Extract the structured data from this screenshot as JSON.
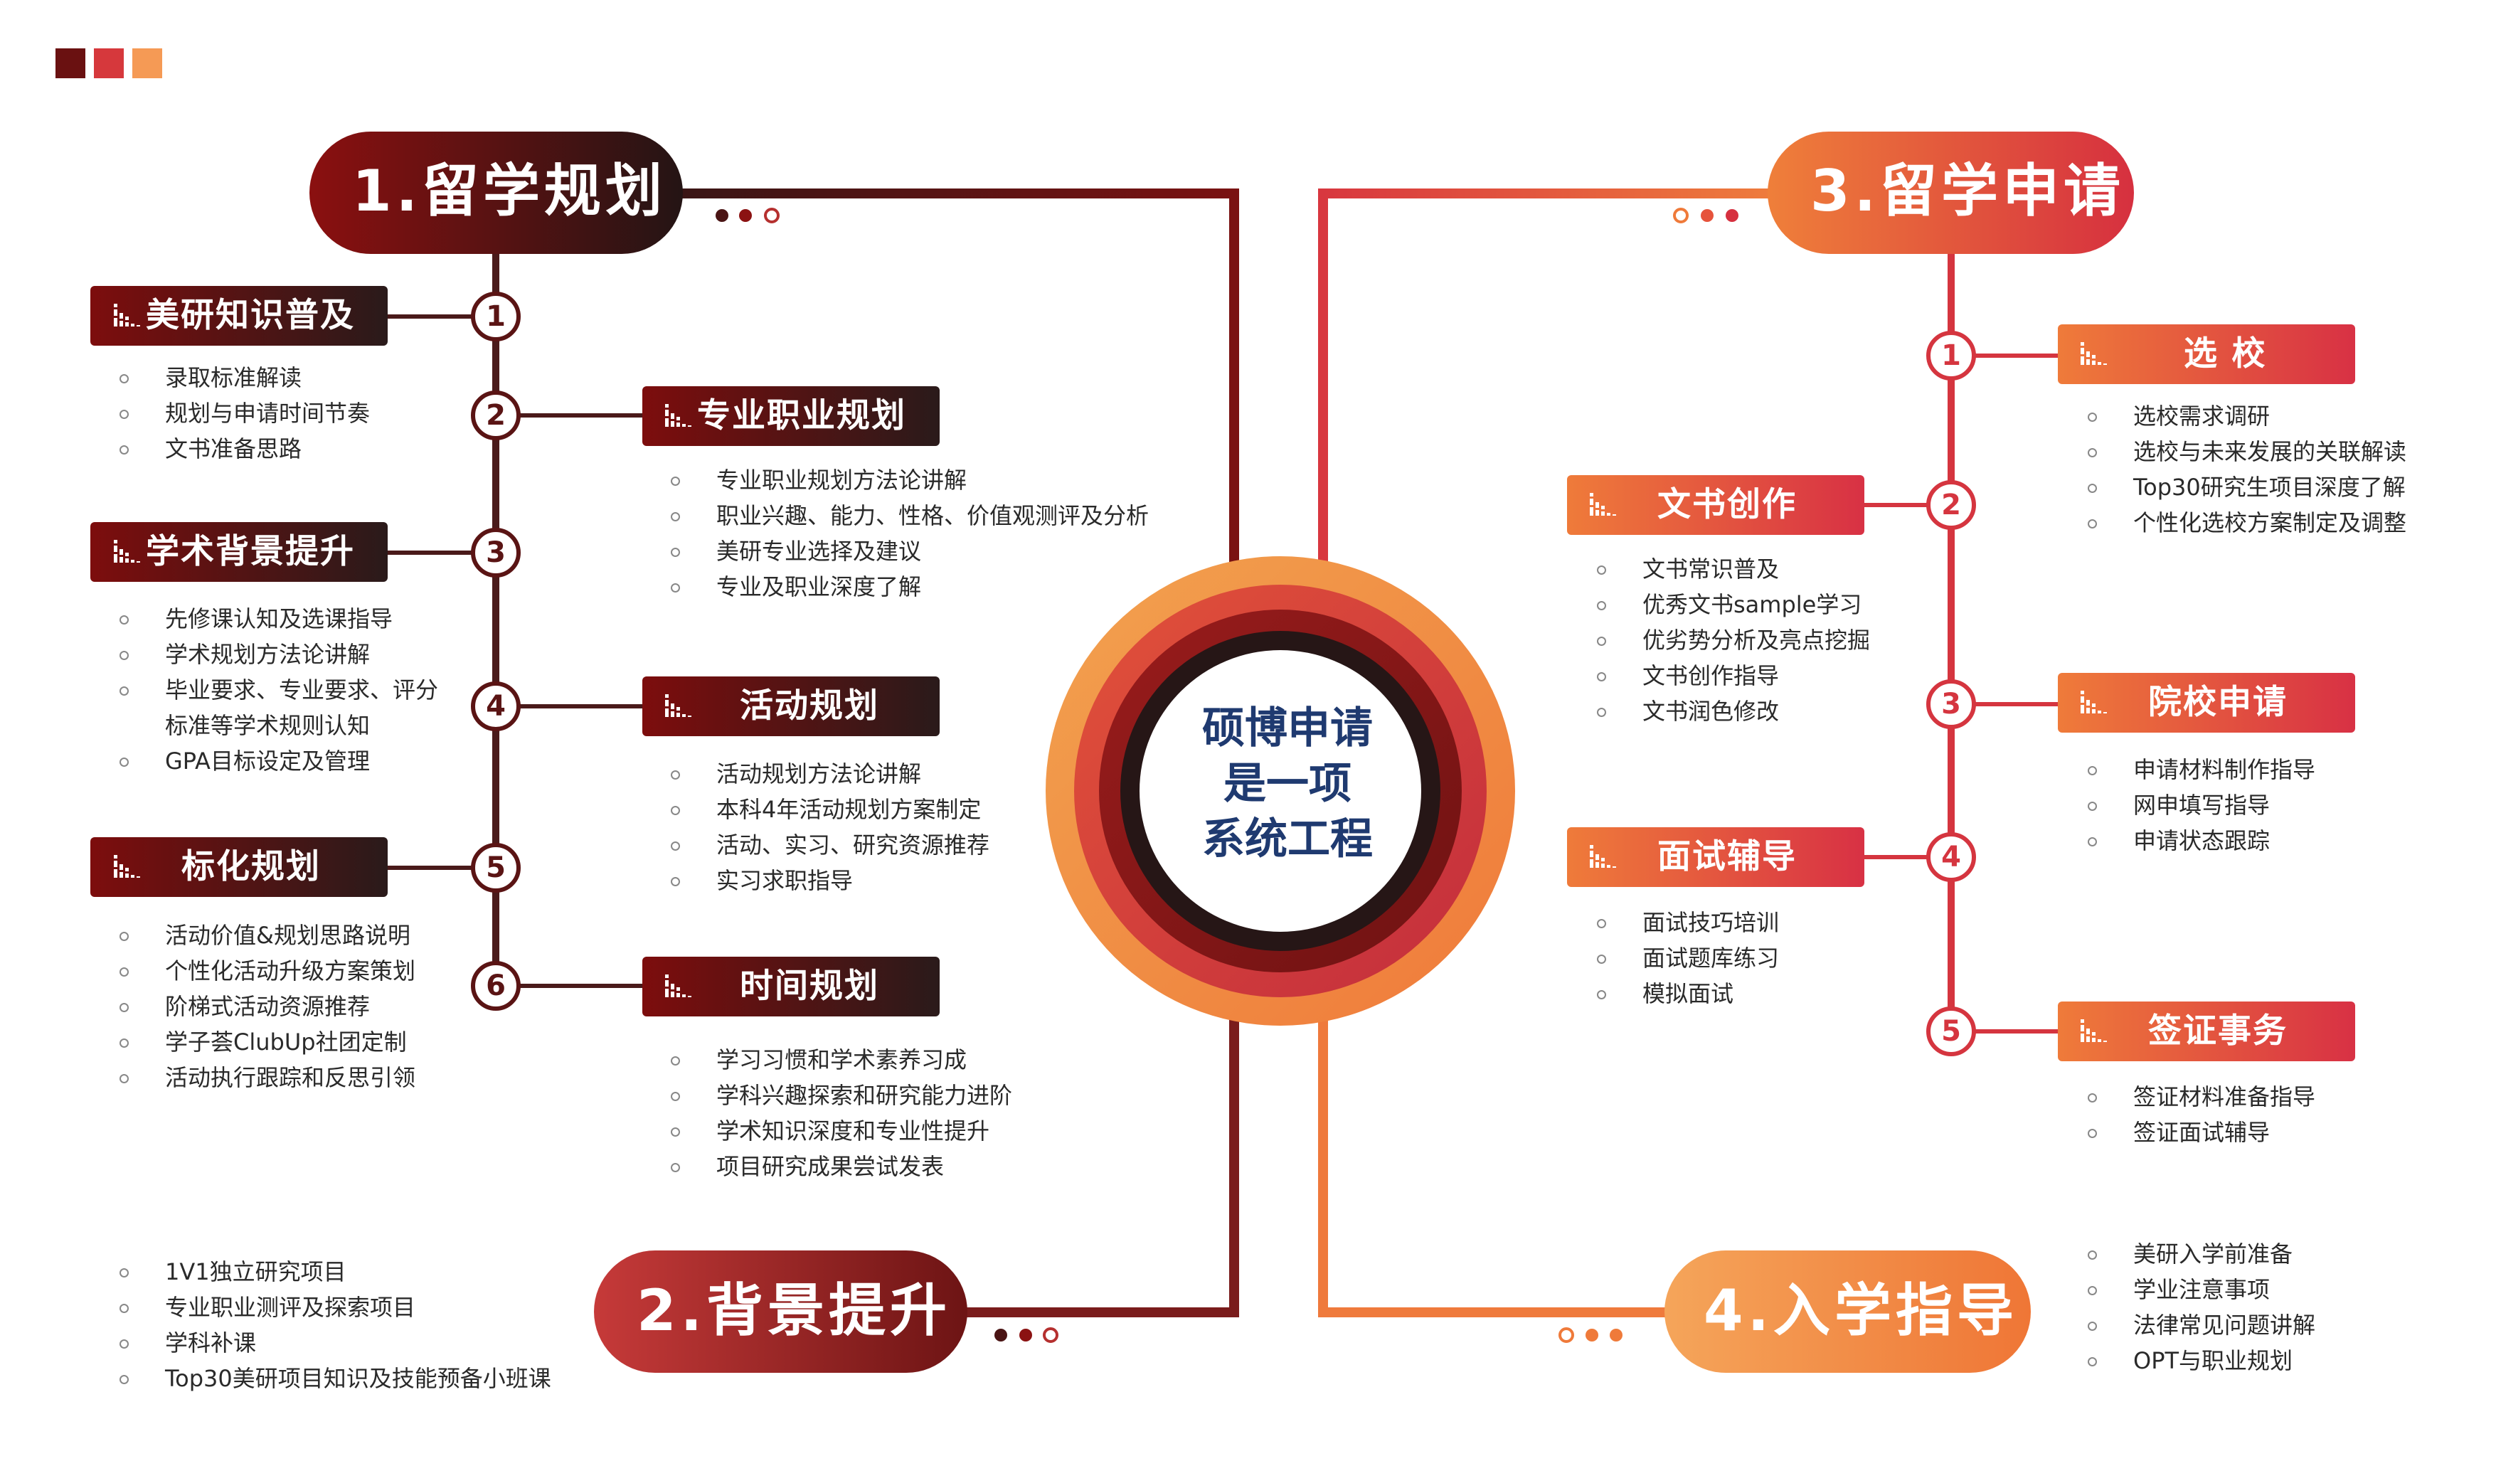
{
  "center": {
    "lines": [
      "硕博申请",
      "是一项",
      "系统工程"
    ]
  },
  "colors": {
    "dark_maroon": "#6d0c0c",
    "mid_red": "#b5302f",
    "crimson": "#d93943",
    "orange": "#ef8845",
    "light_orange": "#f5a25b",
    "text": "#2a2a2a",
    "center_text": "#1f3a70"
  },
  "sections": {
    "s1": {
      "title": "1.留学规划",
      "badges": [
        "1",
        "2",
        "3",
        "4",
        "5",
        "6"
      ],
      "categories": {
        "c1": {
          "title": "美研知识普及",
          "items": [
            "录取标准解读",
            "规划与申请时间节奏",
            "文书准备思路"
          ]
        },
        "c2": {
          "title": "专业职业规划",
          "items": [
            "专业职业规划方法论讲解",
            "职业兴趣、能力、性格、价值观测评及分析",
            "美研专业选择及建议",
            "专业及职业深度了解"
          ]
        },
        "c3": {
          "title": "学术背景提升",
          "items": [
            "先修课认知及选课指导",
            "学术规划方法论讲解",
            "毕业要求、专业要求、评分",
            "标准等学术规则认知",
            "GPA目标设定及管理"
          ]
        },
        "c4": {
          "title": "活动规划",
          "items": [
            "活动规划方法论讲解",
            "本科4年活动规划方案制定",
            "活动、实习、研究资源推荐",
            "实习求职指导"
          ]
        },
        "c5": {
          "title": "标化规划",
          "items": [
            "活动价值&规划思路说明",
            "个性化活动升级方案策划",
            "阶梯式活动资源推荐",
            "学子荟ClubUp社团定制",
            "活动执行跟踪和反思引领"
          ]
        },
        "c6": {
          "title": "时间规划",
          "items": [
            "学习习惯和学术素养习成",
            "学科兴趣探索和研究能力进阶",
            "学术知识深度和专业性提升",
            "项目研究成果尝试发表"
          ]
        }
      }
    },
    "s2": {
      "title": "2.背景提升",
      "items": [
        "1V1独立研究项目",
        "专业职业测评及探索项目",
        "学科补课",
        "Top30美研项目知识及技能预备小班课"
      ]
    },
    "s3": {
      "title": "3.留学申请",
      "badges": [
        "1",
        "2",
        "3",
        "4",
        "5"
      ],
      "categories": {
        "c1": {
          "title": "选 校",
          "items": [
            "选校需求调研",
            "选校与未来发展的关联解读",
            "Top30研究生项目深度了解",
            "个性化选校方案制定及调整"
          ]
        },
        "c2": {
          "title": "文书创作",
          "items": [
            "文书常识普及",
            "优秀文书sample学习",
            "优劣势分析及亮点挖掘",
            "文书创作指导",
            "文书润色修改"
          ]
        },
        "c3": {
          "title": "院校申请",
          "items": [
            "申请材料制作指导",
            "网申填写指导",
            "申请状态跟踪"
          ]
        },
        "c4": {
          "title": "面试辅导",
          "items": [
            "面试技巧培训",
            "面试题库练习",
            "模拟面试"
          ]
        },
        "c5": {
          "title": "签证事务",
          "items": [
            "签证材料准备指导",
            "签证面试辅导"
          ]
        }
      }
    },
    "s4": {
      "title": "4.入学指导",
      "items": [
        "美研入学前准备",
        "学业注意事项",
        "法律常见问题讲解",
        "OPT与职业规划"
      ]
    }
  }
}
